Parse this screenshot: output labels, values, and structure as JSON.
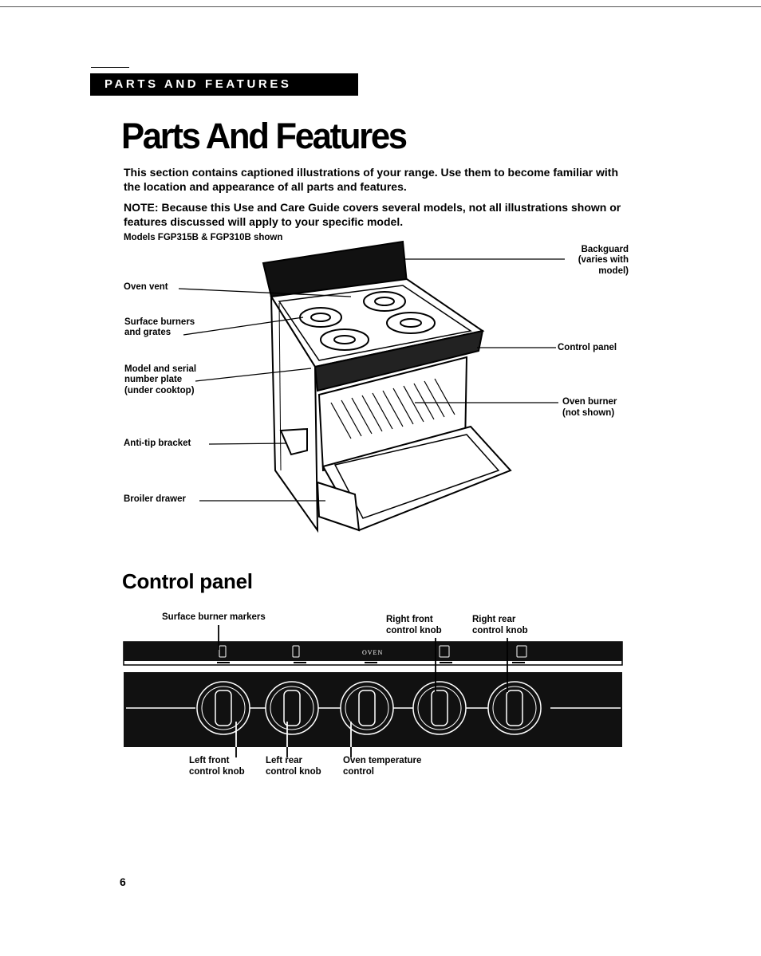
{
  "section_banner": "PARTS AND FEATURES",
  "page_title": "Parts And Features",
  "intro": "This section contains captioned illustrations of your range. Use them to become familiar with the location and appearance of all parts and features.",
  "note": {
    "label": "NOTE:",
    "text": " Because this Use and Care Guide covers several models, not all illustrations shown or features discussed will apply to your specific model."
  },
  "range_figure": {
    "models_caption": "Models FGP315B & FGP310B shown",
    "callouts": {
      "oven_vent": "Oven vent",
      "surface_burners_1": "Surface burners",
      "surface_burners_2": "and grates",
      "model_plate_1": "Model and serial",
      "model_plate_2": "number plate",
      "model_plate_3": "(under cooktop)",
      "anti_tip": "Anti-tip bracket",
      "broiler": "Broiler drawer",
      "backguard_1": "Backguard",
      "backguard_2": "(varies with",
      "backguard_3": "model)",
      "control_panel": "Control panel",
      "oven_burner_1": "Oven burner",
      "oven_burner_2": "(not shown)"
    }
  },
  "control_section": {
    "heading": "Control panel",
    "panel_label": "OVEN",
    "callouts": {
      "surface_markers": "Surface burner markers",
      "right_front_1": "Right front",
      "right_front_2": "control knob",
      "right_rear_1": "Right rear",
      "right_rear_2": "control knob",
      "left_front_1": "Left front",
      "left_front_2": "control knob",
      "left_rear_1": "Left rear",
      "left_rear_2": "control knob",
      "oven_temp_1": "Oven temperature",
      "oven_temp_2": "control"
    }
  },
  "page_number": "6"
}
